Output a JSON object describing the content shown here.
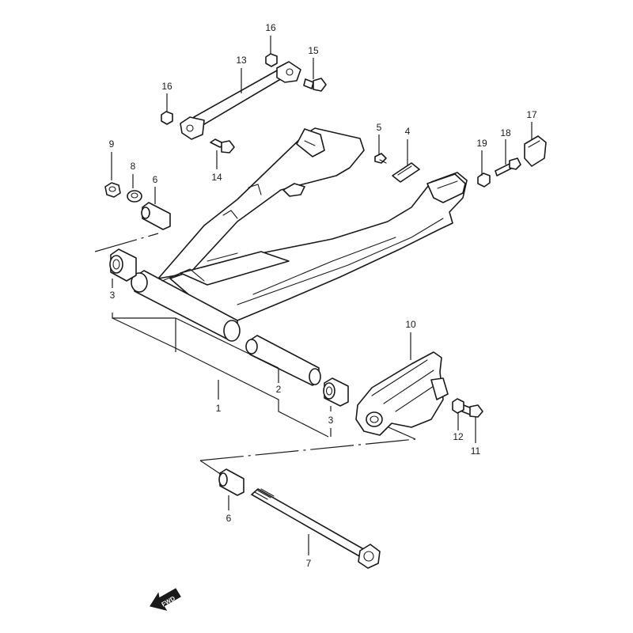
{
  "callouts": [
    {
      "id": "p1",
      "text": "1"
    },
    {
      "id": "p2",
      "text": "2"
    },
    {
      "id": "p3a",
      "text": "3"
    },
    {
      "id": "p3b",
      "text": "3"
    },
    {
      "id": "p4",
      "text": "4"
    },
    {
      "id": "p5",
      "text": "5"
    },
    {
      "id": "p6a",
      "text": "6"
    },
    {
      "id": "p6b",
      "text": "6"
    },
    {
      "id": "p7",
      "text": "7"
    },
    {
      "id": "p8",
      "text": "8"
    },
    {
      "id": "p9",
      "text": "9"
    },
    {
      "id": "p10",
      "text": "10"
    },
    {
      "id": "p11",
      "text": "11"
    },
    {
      "id": "p12",
      "text": "12"
    },
    {
      "id": "p13",
      "text": "13"
    },
    {
      "id": "p14",
      "text": "14"
    },
    {
      "id": "p15",
      "text": "15"
    },
    {
      "id": "p16a",
      "text": "16"
    },
    {
      "id": "p16b",
      "text": "16"
    },
    {
      "id": "p17",
      "text": "17"
    },
    {
      "id": "p18",
      "text": "18"
    },
    {
      "id": "p19",
      "text": "19"
    }
  ],
  "fwd_label": "FWD",
  "colors": {
    "line": "#1a1a1a",
    "background": "#ffffff"
  }
}
